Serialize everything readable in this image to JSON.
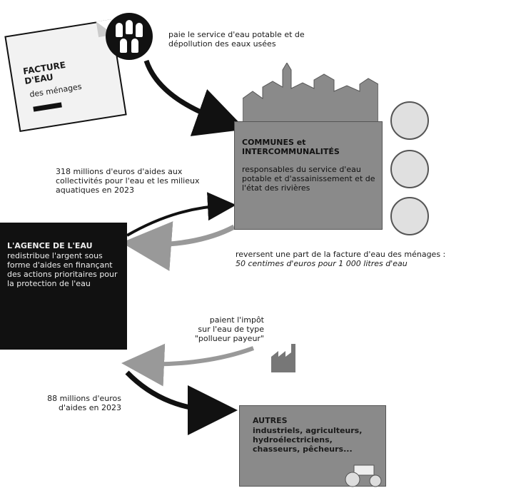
{
  "invoice": {
    "title_line1": "FACTURE",
    "title_line2": "D'EAU",
    "subtitle": "des ménages"
  },
  "households_text": "paie le service d'eau potable et de dépollution des eaux usées",
  "communes": {
    "title": "COMMUNES et INTERCOMMUNALITÉS",
    "subtitle": "responsables du service d'eau potable et d'assainissement et de l'état des rivières"
  },
  "communes_receive_line1": "reversent une part de la facture d'eau des ménages :",
  "communes_receive_line2": "50 centimes d'euros pour 1 000 litres d'eau",
  "aides_collectivites": "318 millions d'euros d'aides aux collectivités pour l'eau et les milieux aquatiques en 2023",
  "agence": {
    "title": "L'AGENCE DE L'EAU",
    "subtitle": "redistribue l'argent sous forme d'aides en finançant des actions prioritaires pour la protection de l'eau"
  },
  "redevance_text_line1": "paient l'impôt",
  "redevance_text_line2": "sur l'eau de type",
  "redevance_text_line3": "\"pollueur payeur\"",
  "aides_autres_line1": "88 millions d'euros",
  "aides_autres_line2": "d'aides en 2023",
  "autres": {
    "title": "AUTRES",
    "subtitle": "industriels, agriculteurs, hydroélectriciens, chasseurs, pêcheurs..."
  }
}
